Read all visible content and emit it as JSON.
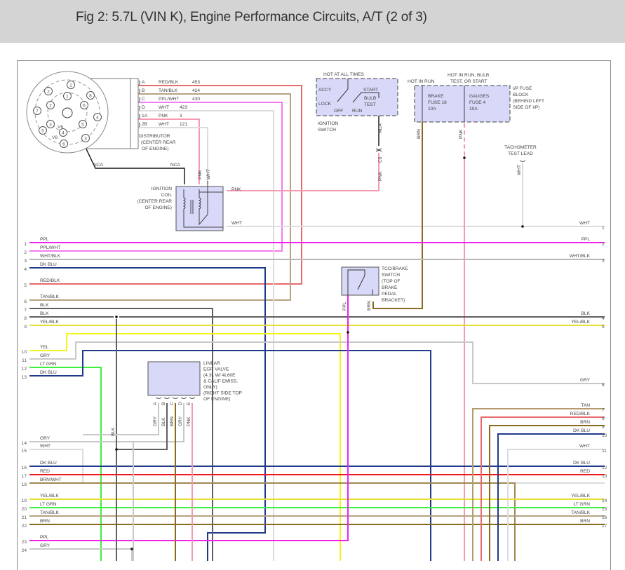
{
  "header": {
    "title": "Fig 2: 5.7L (VIN K), Engine Performance Circuits, A/T (2 of 3)"
  },
  "colors": {
    "RED_BLK": "#e86a6a",
    "TAN_BLK": "#b5a381",
    "PPL_WHT": "#f27cf0",
    "WHT": "#dcdcdc",
    "PNK": "#f49ab0",
    "PPL": "#f020f0",
    "WHT_BLK": "#b8b8b8",
    "DK_BLU": "#1f3a8a",
    "RED": "#f01818",
    "BLK": "#606060",
    "YEL_BLK": "#e6df3a",
    "YEL": "#f5f51a",
    "GRY": "#c8c8c8",
    "LT_GRN": "#3cf03c",
    "BRN": "#8a6a1e",
    "BRN_WHT": "#a08850",
    "TAN": "#b59a6a",
    "NCA": "#111111",
    "component_fill": "#d8d8f8",
    "component_stroke": "#555555"
  },
  "distributor": {
    "pins": [
      {
        "pin": "A",
        "color": "RED/BLK",
        "circuit": "453"
      },
      {
        "pin": "B",
        "color": "TAN/BLK",
        "circuit": "424"
      },
      {
        "pin": "C",
        "color": "PPL/WHT",
        "circuit": "430"
      },
      {
        "pin": "D",
        "color": "WHT",
        "circuit": "423"
      },
      {
        "pin": "1A",
        "color": "PNK",
        "circuit": "3"
      },
      {
        "pin": "2B",
        "color": "WHT",
        "circuit": "121"
      }
    ],
    "label": [
      "DISTRIBUTOR",
      "(CENTER REAR",
      "OF ENGINE)"
    ],
    "outer_numbers": [
      "1",
      "2",
      "7",
      "5",
      "6",
      "3",
      "4",
      "8"
    ],
    "inner_numbers": [
      "1",
      "2",
      "3",
      "4",
      "5",
      "6"
    ],
    "v6_label": "V6",
    "v8_label": "V8",
    "nca_left": "NCA",
    "nca_right": "NCA"
  },
  "ignition_coil": {
    "label": [
      "IGNITION",
      "COIL",
      "(CENTER REAR",
      "OF ENGINE)"
    ],
    "in_labels": [
      "PNK",
      "WHT"
    ],
    "out_pnk": "PNK",
    "out_wht": "WHT"
  },
  "ignition_switch": {
    "hot_label": "HOT AT ALL TIMES",
    "positions": {
      "accy": "ACCY",
      "lock": "LOCK",
      "off": "OFF",
      "run": "RUN",
      "start": "START",
      "bulb": "BULB",
      "test": "TEST"
    },
    "label": [
      "IGNITION",
      "SWITCH"
    ],
    "wire_nca": "NCA",
    "connector": "C5",
    "wire_pnk": "PNK"
  },
  "fuse_block": {
    "hot_run": "HOT IN RUN",
    "hot_run_bulb": [
      "HOT IN RUN, BULB",
      "TEST, OR START"
    ],
    "fuse1": [
      "BRAKE",
      "FUSE 18",
      "10A"
    ],
    "fuse2": [
      "GAUGES",
      "FUSE 4",
      "10A"
    ],
    "label": [
      "I/P FUSE",
      "BLOCK",
      "(BEHIND LEFT",
      "SIDE OF I/P)"
    ],
    "wire_brn": "BRN",
    "wire_pnk": "PNK"
  },
  "tach_lead": {
    "label": [
      "TACHOMETER",
      "TEST LEAD"
    ],
    "wire": "WHT"
  },
  "tcc_switch": {
    "label": [
      "TCC/BRAKE",
      "SWITCH",
      "(TOP OF",
      "BRAKE",
      "PEDAL",
      "BRACKET)"
    ],
    "wire_ppl": "PPL",
    "wire_brn": "BRN"
  },
  "egr_valve": {
    "label": [
      "LINEAR",
      "EGR VALVE",
      "(4.3L W/ 4L60E",
      "& CALIF EMISS.",
      "ONLY)",
      "(RIGHT SIDE TOP",
      "OF ENGINE)"
    ],
    "pins": [
      {
        "pin": "A",
        "color": "GRY"
      },
      {
        "pin": "B",
        "color": "BLK"
      },
      {
        "pin": "C",
        "color": "BRN"
      },
      {
        "pin": "D",
        "color": "GRY"
      },
      {
        "pin": "E",
        "color": "PNK"
      }
    ],
    "vertical_blk": "BLK"
  },
  "left_connector": [
    {
      "num": "1",
      "label": "PPL"
    },
    {
      "num": "2",
      "label": "PPL/WHT"
    },
    {
      "num": "3",
      "label": "WHT/BLK"
    },
    {
      "num": "4",
      "label": "DK BLU"
    },
    {
      "num": "5",
      "label": "RED/BLK"
    },
    {
      "num": "6",
      "label": "TAN/BLK"
    },
    {
      "num": "7",
      "label": "BLK"
    },
    {
      "num": "8",
      "label": "BLK"
    },
    {
      "num": "9",
      "label": "YEL/BLK"
    },
    {
      "num": "10",
      "label": "YEL"
    },
    {
      "num": "11",
      "label": "GRY"
    },
    {
      "num": "12",
      "label": "LT GRN"
    },
    {
      "num": "13",
      "label": "DK BLU"
    },
    {
      "num": "14",
      "label": "GRY"
    },
    {
      "num": "15",
      "label": "WHT"
    },
    {
      "num": "16",
      "label": "DK BLU"
    },
    {
      "num": "17",
      "label": "RED"
    },
    {
      "num": "18",
      "label": "BRN/WHT"
    },
    {
      "num": "19",
      "label": "YEL/BLK"
    },
    {
      "num": "20",
      "label": "LT GRN"
    },
    {
      "num": "21",
      "label": "TAN/BLK"
    },
    {
      "num": "22",
      "label": "BRN"
    },
    {
      "num": "23",
      "label": "PPL"
    },
    {
      "num": "24",
      "label": "GRY"
    }
  ],
  "right_connector": [
    {
      "num": "1",
      "label": "WHT"
    },
    {
      "num": "2",
      "label": "PPL"
    },
    {
      "num": "3",
      "label": "WHT/BLK"
    },
    {
      "num": "4",
      "label": "BLK"
    },
    {
      "num": "5",
      "label": "YEL/BLK"
    },
    {
      "num": "6",
      "label": "GRY"
    },
    {
      "num": "7",
      "label": "TAN"
    },
    {
      "num": "8",
      "label": "RED/BLK"
    },
    {
      "num": "9",
      "label": "BRN"
    },
    {
      "num": "10",
      "label": "DK BLU"
    },
    {
      "num": "11",
      "label": "WHT"
    },
    {
      "num": "12",
      "label": "DK BLU"
    },
    {
      "num": "13",
      "label": "RED"
    },
    {
      "num": "14",
      "label": "YEL/BLK"
    },
    {
      "num": "15",
      "label": "LT GRN"
    },
    {
      "num": "16",
      "label": "TAN/BLK"
    },
    {
      "num": "17",
      "label": "BRN"
    }
  ]
}
